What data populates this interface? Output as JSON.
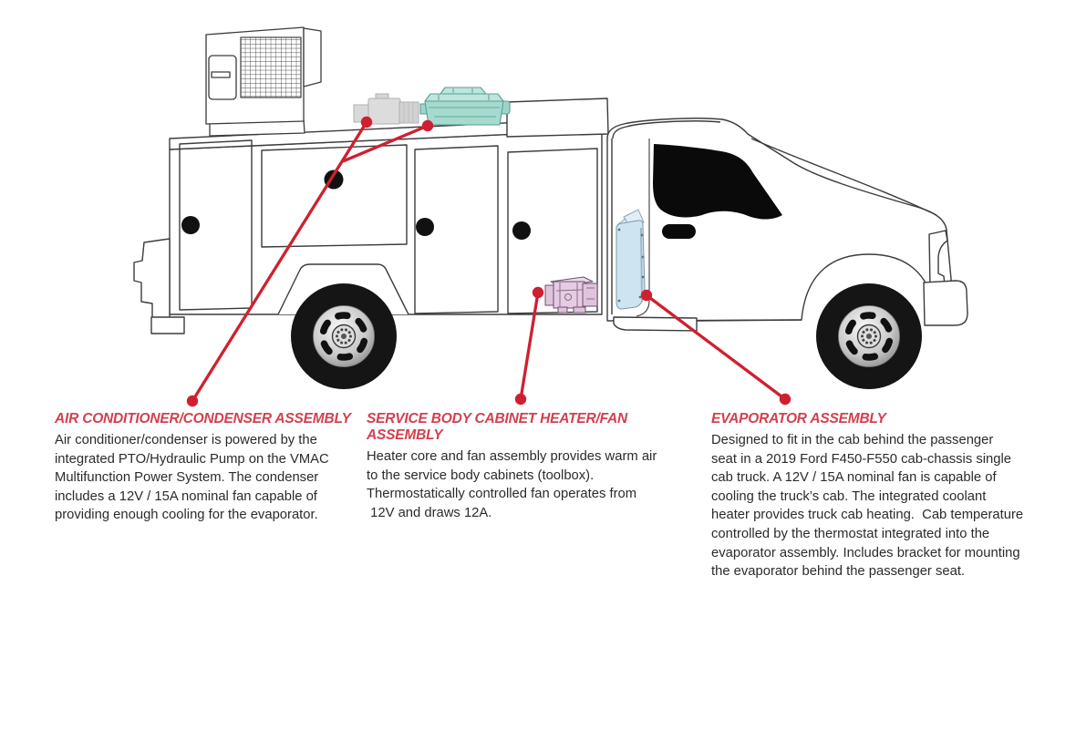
{
  "colors": {
    "callout_title": "#d2404f",
    "leader_line": "#d01f30",
    "body_text": "#2b2b2b",
    "outline": "#3c3c3c",
    "ac_condenser_assembly": "#a7dacf",
    "ac_condenser_assembly_light": "#bfe5dd",
    "cabinet_heater_assembly": "#e5cce2",
    "cabinet_heater_assembly_light": "#eedaec",
    "evaporator_assembly": "#cfe4f1",
    "hydraulic_pump": "#dcdcdc"
  },
  "callouts": [
    {
      "id": "air-conditioner-condenser",
      "title": "AIR CONDITIONER/CONDENSER ASSEMBLY",
      "body_lines": [
        "Air conditioner/condenser is powered by the",
        "integrated PTO/Hydraulic Pump on the VMAC",
        "Multifunction Power System. The condenser",
        "includes a 12V / 15A nominal fan capable of",
        "providing enough cooling for the evaporator."
      ]
    },
    {
      "id": "service-body-cabinet-heater-fan",
      "title": "SERVICE BODY CABINET HEATER/FAN ASSEMBLY",
      "body_lines": [
        "Heater core and fan assembly provides warm air",
        "to the service body cabinets (toolbox).",
        "Thermostatically controlled fan operates from",
        " 12V and draws 12A."
      ]
    },
    {
      "id": "evaporator",
      "title": "EVAPORATOR ASSEMBLY",
      "body_lines": [
        "Designed to fit in the cab behind the passenger",
        "seat in a 2019 Ford F450-F550 cab-chassis single",
        "cab truck. A 12V / 15A nominal fan is capable of",
        "cooling the truck’s cab. The integrated coolant",
        "heater provides truck cab heating.  Cab temperature",
        "controlled by the thermostat integrated into the",
        "evaporator assembly. Includes bracket for mounting",
        "the evaporator behind the passenger seat."
      ]
    }
  ]
}
